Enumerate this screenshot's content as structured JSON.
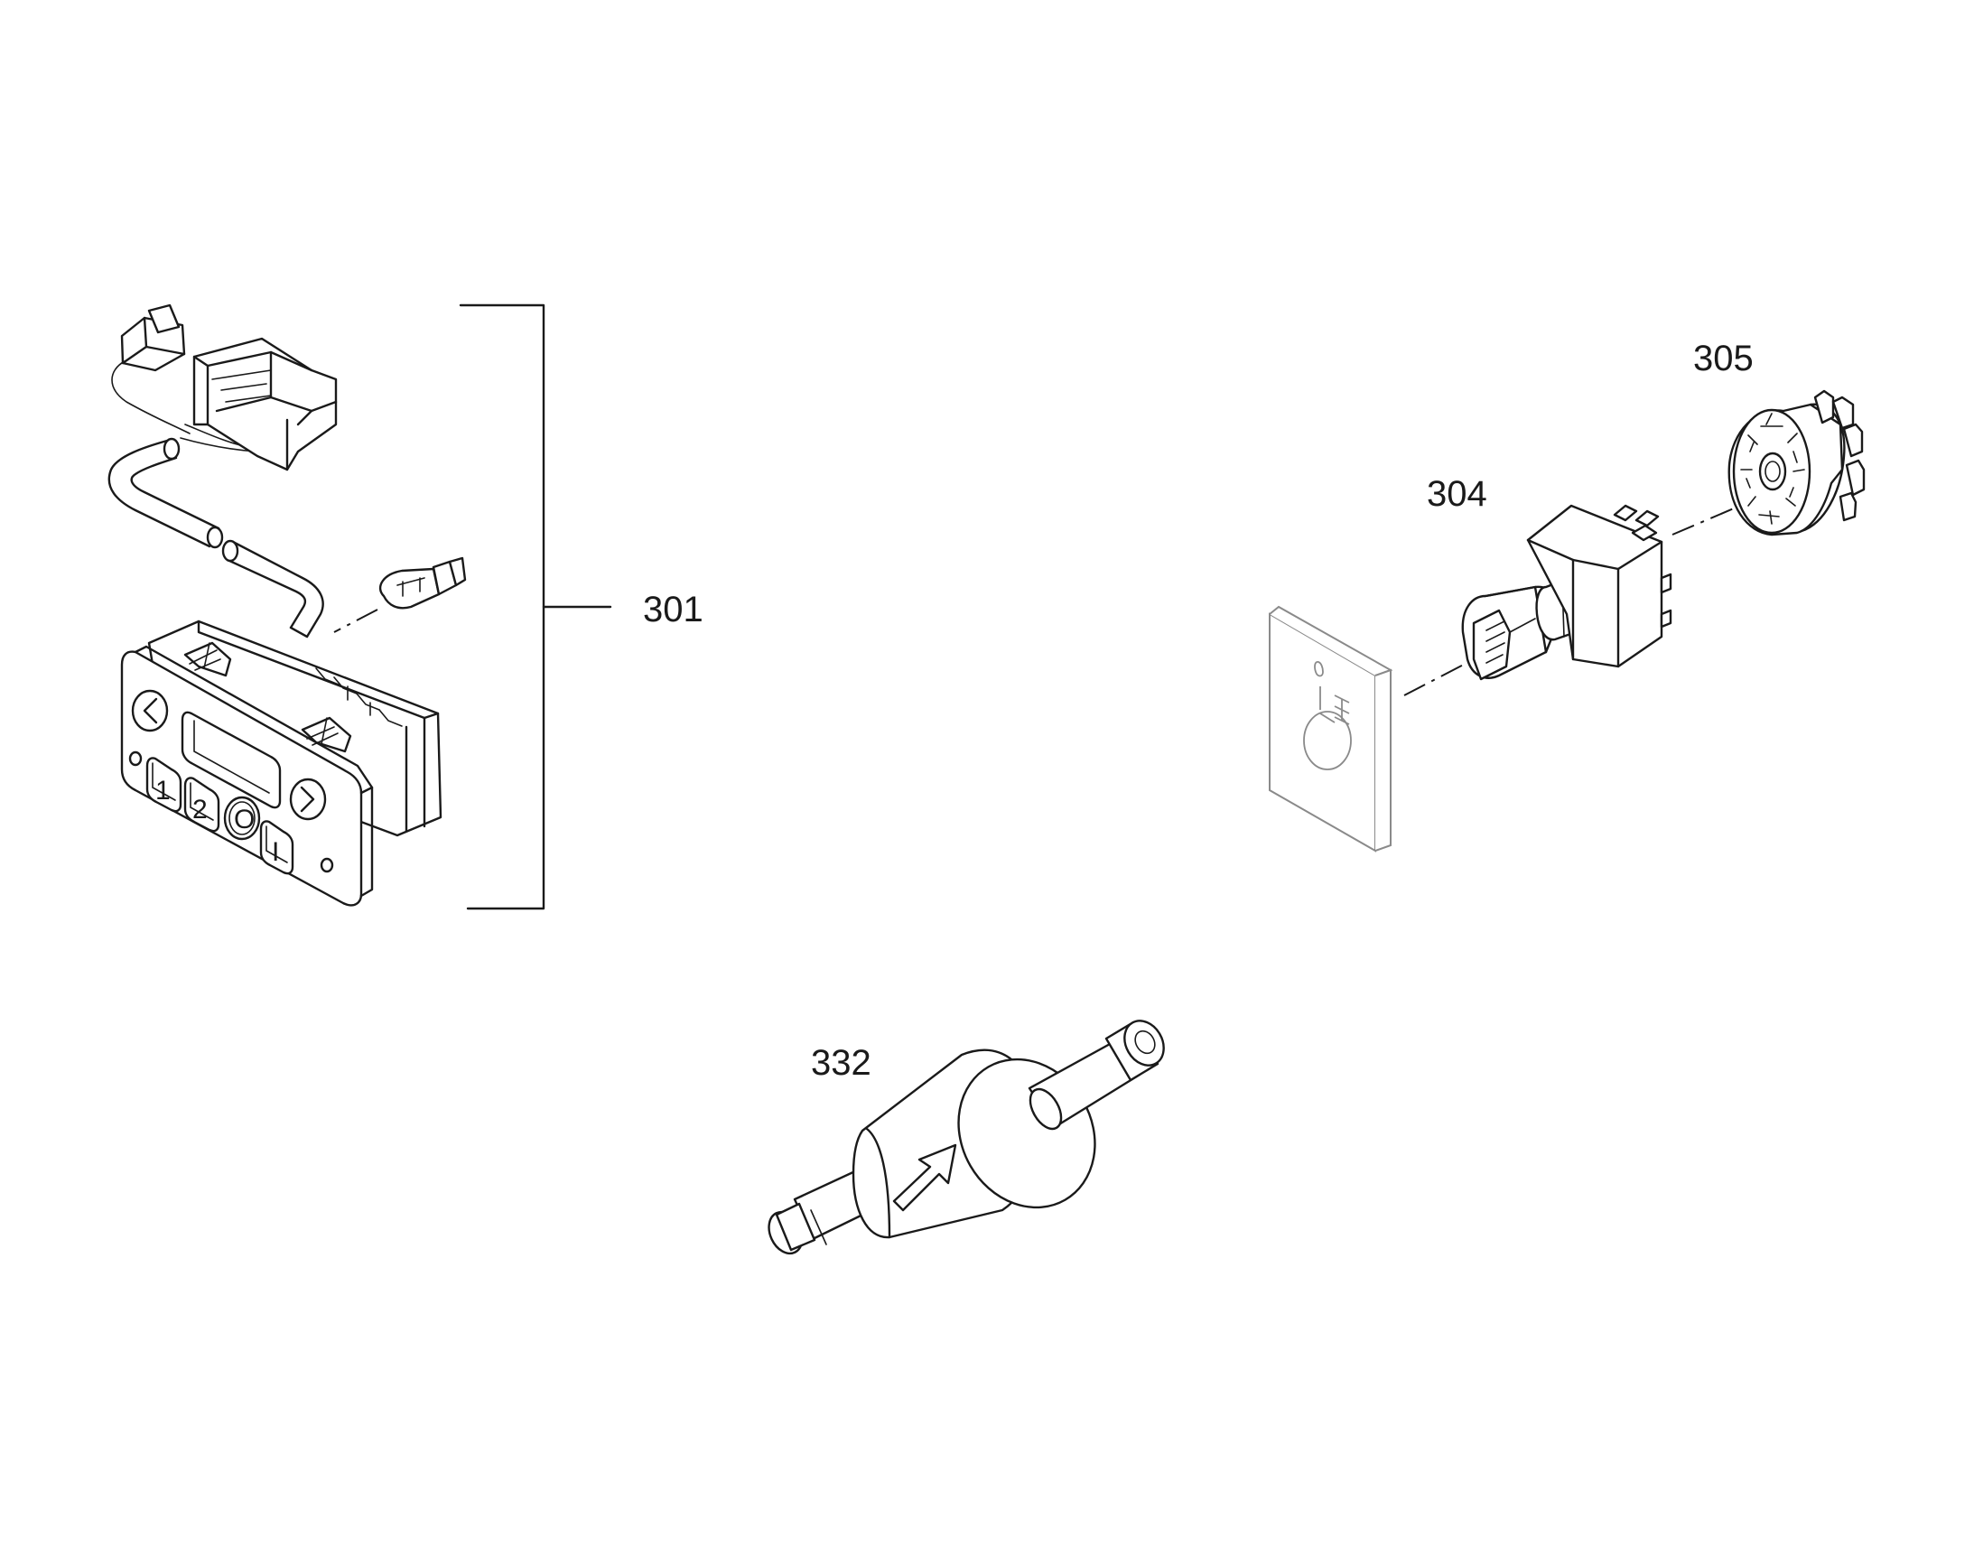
{
  "callouts": {
    "part_301": "301",
    "part_304": "304",
    "part_305": "305",
    "part_332": "332"
  },
  "control_panel": {
    "btn_1": "1",
    "btn_2": "2",
    "btn_o": "O",
    "btn_i": "I"
  },
  "colors": {
    "line": "#1a1a1a",
    "background": "#ffffff",
    "panel_outline": "#8a8a8a"
  }
}
